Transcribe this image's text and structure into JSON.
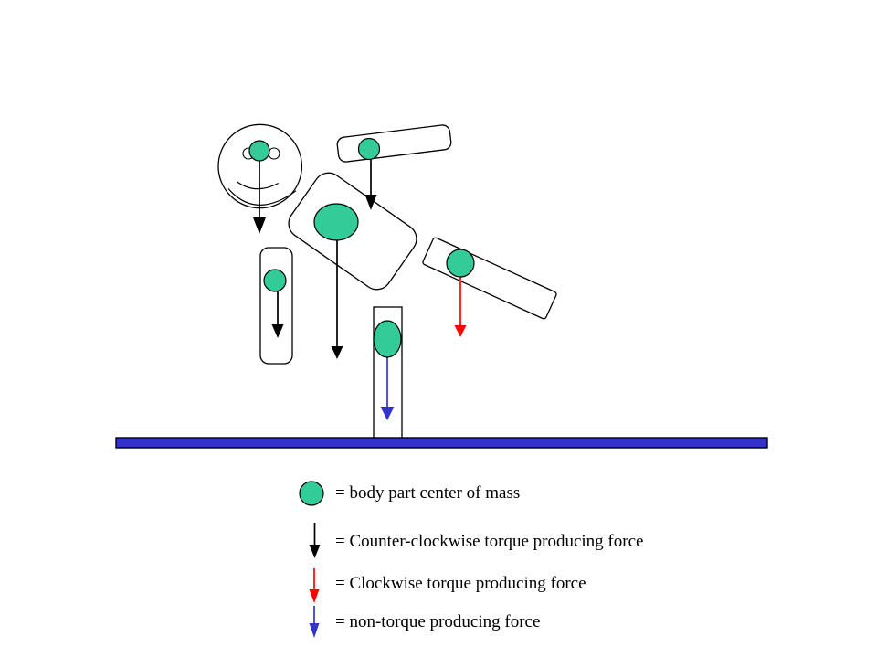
{
  "colors": {
    "com_green": "#33CC99",
    "ccw_force_black": "#000000",
    "cw_force_red": "#FF0000",
    "nontorque_force_blue": "#3333CC",
    "ground_blue": "#3333CC",
    "outline_black": "#000000"
  },
  "legend": {
    "items": [
      {
        "symbol": "com-circle",
        "label": "= body part center of mass"
      },
      {
        "symbol": "black-down-arrow",
        "label": "= Counter-clockwise torque producing force"
      },
      {
        "symbol": "red-down-arrow",
        "label": "= Clockwise torque producing force"
      },
      {
        "symbol": "blue-down-arrow",
        "label": "= non-torque producing force"
      }
    ]
  }
}
